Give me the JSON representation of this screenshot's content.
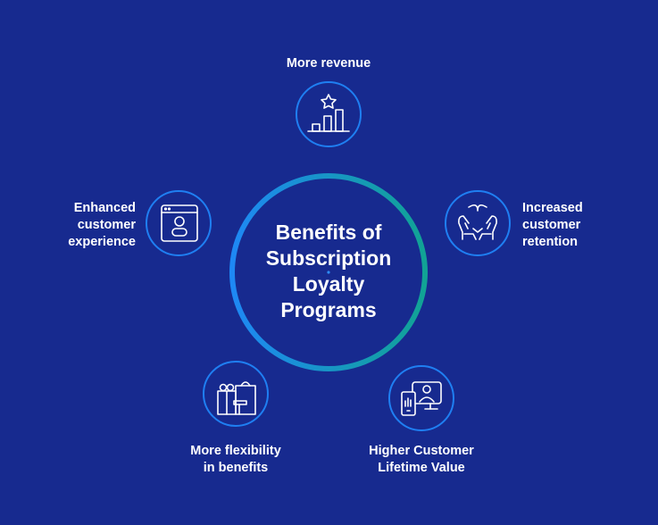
{
  "title_lines": [
    "Benefits of",
    "Subscription",
    "Loyalty",
    "Programs"
  ],
  "benefits": [
    {
      "icon": "chart-star-icon",
      "lines": [
        "More revenue"
      ]
    },
    {
      "icon": "hands-heart-icon",
      "lines": [
        "Increased",
        "customer",
        "retention"
      ]
    },
    {
      "icon": "monitor-phone-user-icon",
      "lines": [
        "Higher Customer",
        "Lifetime Value"
      ]
    },
    {
      "icon": "gifts-bag-icon",
      "lines": [
        "More flexibility",
        "in benefits"
      ]
    },
    {
      "icon": "browser-user-icon",
      "lines": [
        "Enhanced",
        "customer",
        "experience"
      ]
    }
  ],
  "colors": {
    "background": "#172a8f",
    "ring_start": "#1e88f5",
    "ring_end": "#11a395",
    "icon_ring": "#1f7ff2"
  }
}
